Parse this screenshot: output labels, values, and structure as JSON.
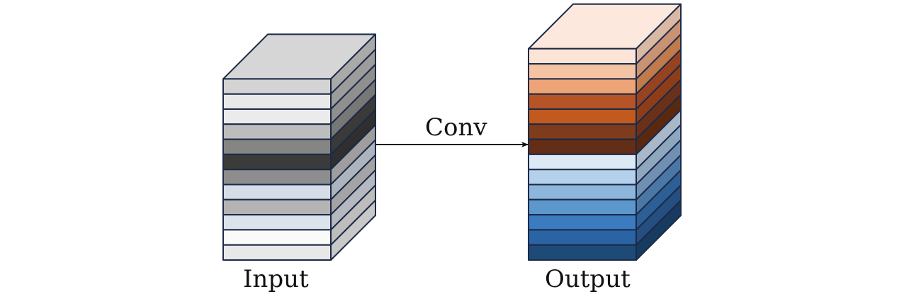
{
  "labels": {
    "input": "Input",
    "output": "Output",
    "conv": "Conv"
  },
  "colors": {
    "outline": "#1b2a47",
    "arrow": "#111111",
    "input_top": "#d6d6d6",
    "output_top": "#fce8dc"
  },
  "input_layers": [
    {
      "front": "#d4d4d4",
      "side": "#a9a9a9"
    },
    {
      "front": "#e9e9e9",
      "side": "#9c9c9c"
    },
    {
      "front": "#ebebeb",
      "side": "#8f8f8f"
    },
    {
      "front": "#bdbdbd",
      "side": "#777777"
    },
    {
      "front": "#858585",
      "side": "#3a3a3a"
    },
    {
      "front": "#3b3b3b",
      "side": "#2f2f2f"
    },
    {
      "front": "#8d8d8d",
      "side": "#9e9e9e"
    },
    {
      "front": "#d6dde8",
      "side": "#aeb4bd"
    },
    {
      "front": "#b4b4b4",
      "side": "#a4a4a4"
    },
    {
      "front": "#dde3ea",
      "side": "#b5b9bf"
    },
    {
      "front": "#fafafa",
      "side": "#bdbdbd"
    },
    {
      "front": "#e8e8e8",
      "side": "#c8c8c8"
    }
  ],
  "output_layers": [
    {
      "front": "#fce4d6",
      "side": "#d9b8a4"
    },
    {
      "front": "#f4c3a3",
      "side": "#c99273"
    },
    {
      "front": "#efa478",
      "side": "#c07a4c"
    },
    {
      "front": "#b55427",
      "side": "#974221"
    },
    {
      "front": "#c2591f",
      "side": "#8d3e18"
    },
    {
      "front": "#7e3c1d",
      "side": "#6b3019"
    },
    {
      "front": "#632d17",
      "side": "#59290f"
    },
    {
      "front": "#ddeaf5",
      "side": "#a9b8c8"
    },
    {
      "front": "#b4d0ea",
      "side": "#8ea7bf"
    },
    {
      "front": "#8cb6dc",
      "side": "#6f8fb3"
    },
    {
      "front": "#5d98cc",
      "side": "#4a77a6"
    },
    {
      "front": "#3b7cc0",
      "side": "#2d5f97"
    },
    {
      "front": "#2a64a4",
      "side": "#244f80"
    },
    {
      "front": "#1e4a78",
      "side": "#173a60"
    }
  ]
}
